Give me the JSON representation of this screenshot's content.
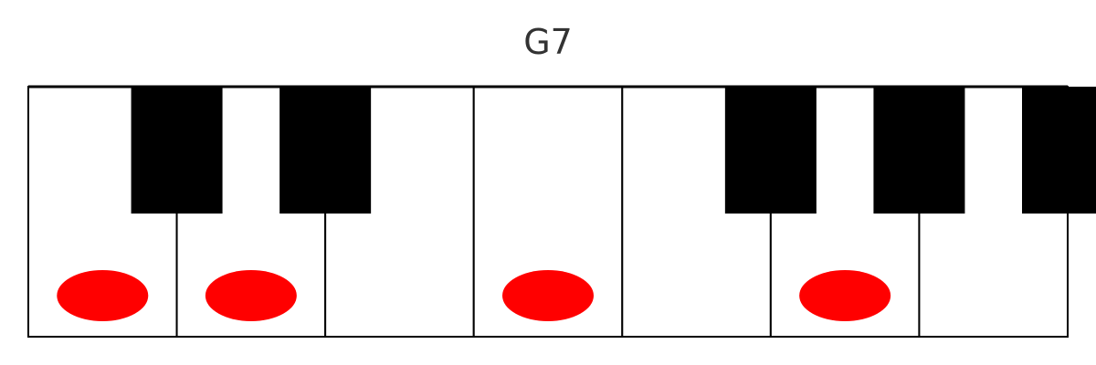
{
  "title": "G7",
  "keyboard": {
    "white_keys": [
      "F",
      "G",
      "A",
      "B",
      "C",
      "D",
      "E"
    ],
    "black_keys": [
      {
        "note": "F#",
        "after_white": "F"
      },
      {
        "note": "G#",
        "after_white": "G"
      },
      {
        "note": "C#",
        "after_white": "C"
      },
      {
        "note": "D#",
        "after_white": "D"
      },
      {
        "note": "E#",
        "after_white": "E"
      }
    ],
    "highlighted": [
      "G",
      "B",
      "D",
      "F"
    ],
    "colors": {
      "white_key": "#ffffff",
      "black_key": "#000000",
      "outline": "#000000",
      "marker": "#ff0000",
      "title": "#333333"
    }
  }
}
